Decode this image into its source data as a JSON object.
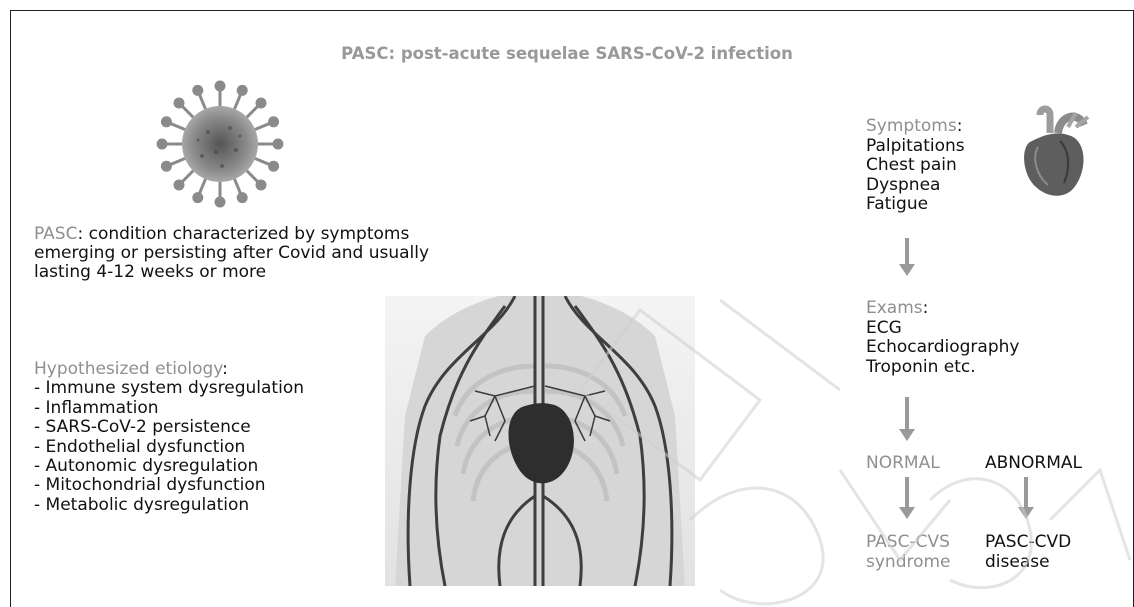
{
  "title": "PASC: post-acute sequelae SARS-CoV-2 infection",
  "definition": {
    "term": "PASC",
    "line1_rest": ": condition characterized by symptoms",
    "line2": "emerging or persisting after Covid and usually",
    "line3": "lasting 4-12 weeks or more"
  },
  "etiology": {
    "heading": "Hypothesized etiology",
    "colon": ":",
    "items": [
      "- Immune system dysregulation",
      "- Inflammation",
      "- SARS-CoV-2 persistence",
      "- Endothelial dysfunction",
      "- Autonomic dysregulation",
      "- Mitochondrial dysfunction",
      "- Metabolic dysregulation"
    ]
  },
  "symptoms": {
    "heading": "Symptoms",
    "colon": ":",
    "items": [
      "Palpitations",
      "Chest pain",
      "Dyspnea",
      "Fatigue"
    ]
  },
  "exams": {
    "heading": "Exams",
    "colon": ":",
    "items": [
      "ECG",
      "Echocardiography",
      "Troponin etc."
    ]
  },
  "outcomes": {
    "normal_label": "NORMAL",
    "abnormal_label": "ABNORMAL",
    "normal_result_line1": "PASC-CVS",
    "normal_result_line2": "syndrome",
    "abnormal_result_line1": "PASC-CVD",
    "abnormal_result_line2": "disease"
  },
  "colors": {
    "accent_gray": "#8f8f8f",
    "text": "#111111",
    "arrow": "#9a9a9a"
  }
}
